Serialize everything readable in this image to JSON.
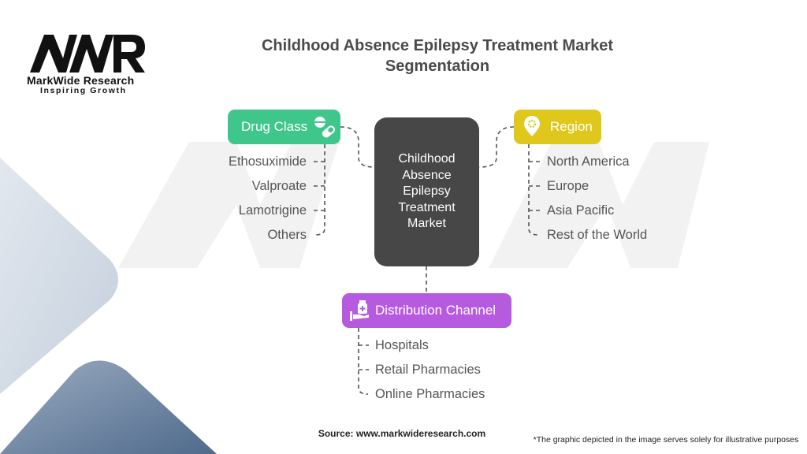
{
  "logo": {
    "mark": "MWR",
    "name": "MarkWide Research",
    "tagline": "Inspiring Growth"
  },
  "title": {
    "line1": "Childhood Absence Epilepsy Treatment Market",
    "line2": "Segmentation"
  },
  "center": {
    "lines": [
      "Childhood",
      "Absence",
      "Epilepsy",
      "Treatment",
      "Market"
    ]
  },
  "segments": {
    "drug_class": {
      "label": "Drug Class",
      "icon": "pills-icon",
      "color": "#3ec68b",
      "items": [
        "Ethosuximide",
        "Valproate",
        "Lamotrigine",
        "Others"
      ]
    },
    "region": {
      "label": "Region",
      "icon": "location-pin-icon",
      "color": "#dfc71c",
      "items": [
        "North America",
        "Europe",
        "Asia Pacific",
        "Rest of the World"
      ]
    },
    "distribution": {
      "label": "Distribution Channel",
      "icon": "pharmacy-hand-icon",
      "color": "#b65ae0",
      "items": [
        "Hospitals",
        "Retail Pharmacies",
        "Online Pharmacies"
      ]
    }
  },
  "footer": {
    "source": "Source: www.markwideresearch.com",
    "note": "*The graphic depicted in the image serves solely for illustrative purposes"
  }
}
